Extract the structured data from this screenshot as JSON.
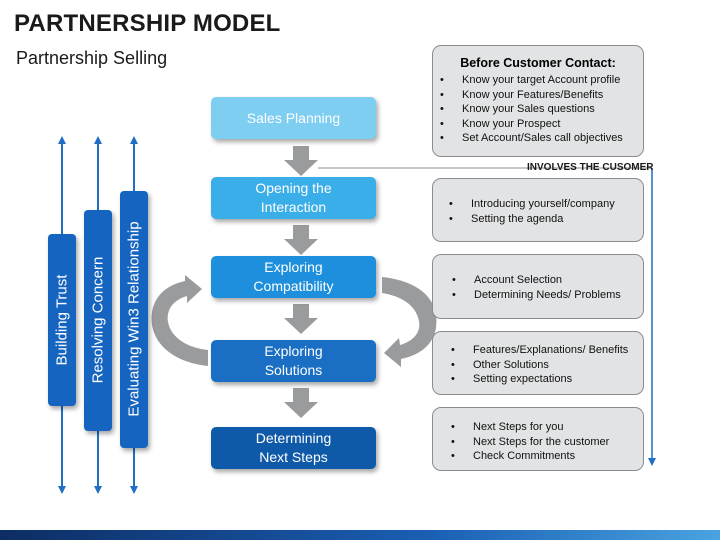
{
  "title": "PARTNERSHIP MODEL",
  "subtitle": "Partnership Selling",
  "colors": {
    "step1": "#7ecef2",
    "step2": "#3aaee8",
    "step3": "#1e8fdc",
    "step4": "#1a6fc4",
    "step5": "#0f5aa8",
    "vertical_bar": "#1565c0",
    "vertical_arrow": "#1f6fc4",
    "gray_arrow": "#9a9b9d",
    "box_fill": "#e2e3e4",
    "bottom_band": "#0d2d63"
  },
  "steps": [
    {
      "label": "Sales Planning"
    },
    {
      "label": "Opening the\nInteraction"
    },
    {
      "label": "Exploring\nCompatibility"
    },
    {
      "label": "Exploring\nSolutions"
    },
    {
      "label": "Determining\nNext Steps"
    }
  ],
  "vertical_bars": [
    {
      "label": "Building Trust"
    },
    {
      "label": "Resolving Concern"
    },
    {
      "label": "Evaluating Win3 Relationship"
    }
  ],
  "involves_label": "INVOLVES THE CUSOMER",
  "boxes": [
    {
      "heading": "Before Customer Contact:",
      "items": [
        "Know your target Account profile",
        "Know your Features/Benefits",
        "Know your Sales questions",
        "Know your Prospect",
        "Set Account/Sales call objectives"
      ]
    },
    {
      "items": [
        "Introducing yourself/company",
        "Setting the agenda"
      ]
    },
    {
      "items": [
        "Account Selection",
        "Determining Needs/ Problems"
      ]
    },
    {
      "items": [
        "Features/Explanations/ Benefits",
        "Other Solutions",
        "Setting expectations"
      ]
    },
    {
      "items": [
        "Next Steps for you",
        "Next Steps for the customer",
        "Check Commitments"
      ]
    }
  ]
}
